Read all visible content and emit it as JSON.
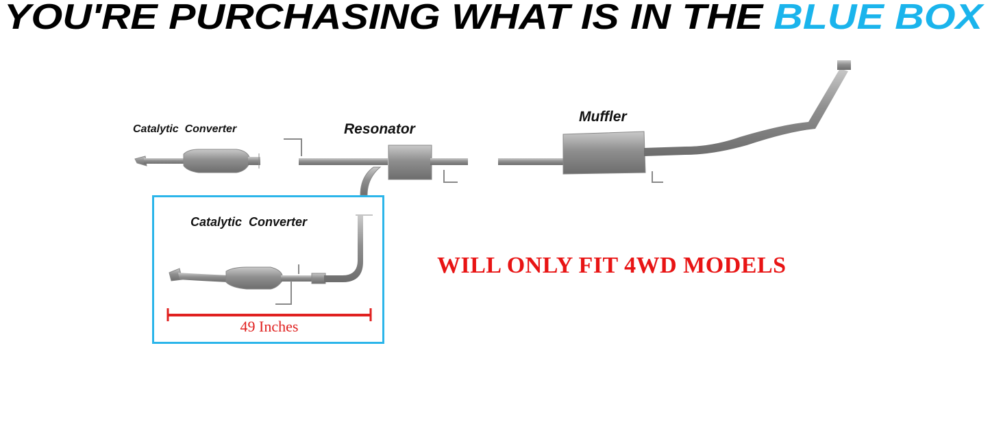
{
  "header": {
    "text_black": "YOU'RE PURCHASING WHAT IS IN THE",
    "text_blue": "BLUE BOX"
  },
  "labels": {
    "cat_top": "Catalytic  Converter",
    "resonator": "Resonator",
    "muffler": "Muffler",
    "cat_box": "Catalytic  Converter"
  },
  "measurement": "49 Inches",
  "fit_note": "WILL ONLY FIT 4WD MODELS",
  "colors": {
    "blue": "#1ab4ec",
    "red": "#e81414",
    "pipe": "#9a9a9a"
  }
}
